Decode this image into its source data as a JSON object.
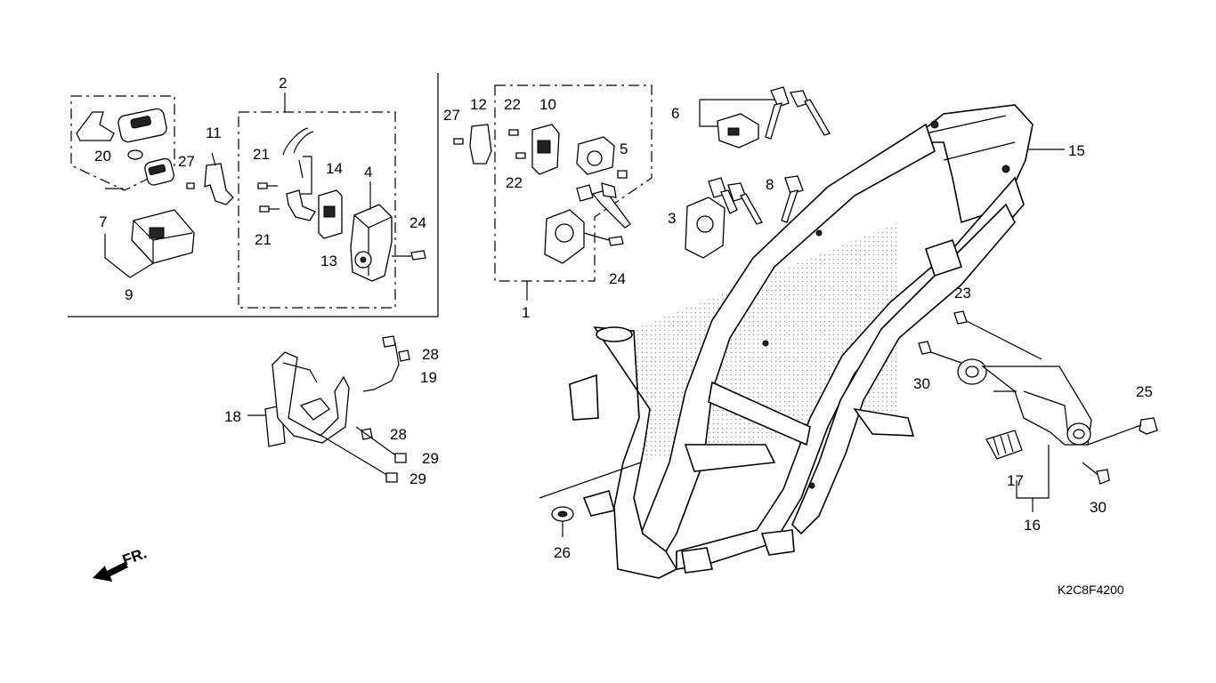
{
  "diagram": {
    "labels": {
      "l1": "1",
      "l2": "2",
      "l3": "3",
      "l4": "4",
      "l5": "5",
      "l6": "6",
      "l7": "7",
      "l8": "8",
      "l9": "9",
      "l10": "10",
      "l11": "11",
      "l12": "12",
      "l13": "13",
      "l14": "14",
      "l15": "15",
      "l16": "16",
      "l17": "17",
      "l18": "18",
      "l19": "19",
      "l20": "20",
      "l21a": "21",
      "l21b": "21",
      "l22a": "22",
      "l22b": "22",
      "l23": "23",
      "l24a": "24",
      "l24b": "24",
      "l25": "25",
      "l26": "26",
      "l27a": "27",
      "l27b": "27",
      "l28a": "28",
      "l28b": "28",
      "l29a": "29",
      "l29b": "29",
      "l30a": "30",
      "l30b": "30"
    },
    "direction": "FR.",
    "code": "K2C8F4200"
  }
}
